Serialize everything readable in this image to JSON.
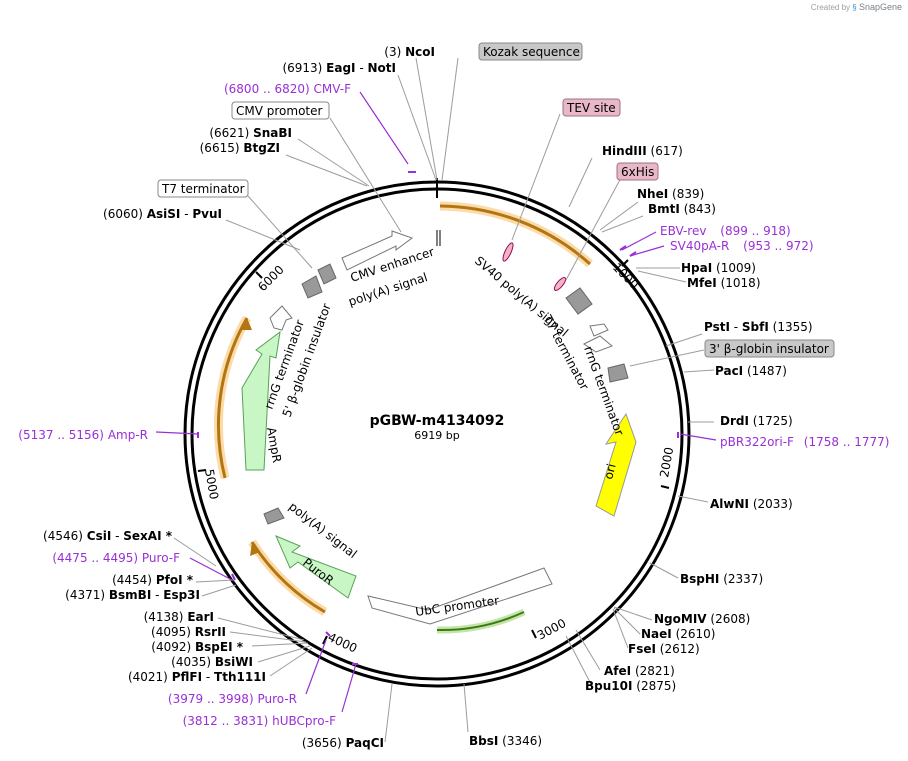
{
  "credit": {
    "prefix": "Created by",
    "brand": "SnapGene"
  },
  "plasmid": {
    "name": "pGBW-m4134092",
    "length": "6919 bp"
  },
  "ticks": [
    "1000",
    "2000",
    "3000",
    "4000",
    "5000",
    "6000"
  ],
  "sites": [
    {
      "pos": "(3)",
      "name": "NcoI"
    },
    {
      "pos": "(6913)",
      "name": "EagI",
      "sep": " - ",
      "name2": "NotI"
    },
    {
      "pos": "(6621)",
      "name": "SnaBI"
    },
    {
      "pos": "(6615)",
      "name": "BtgZI"
    },
    {
      "pos": "(6060)",
      "name": "AsiSI",
      "sep": " - ",
      "name2": "PvuI"
    },
    {
      "pos": "(617)",
      "name": "HindIII"
    },
    {
      "pos": "(839)",
      "name": "NheI"
    },
    {
      "pos": "(843)",
      "name": "BmtI"
    },
    {
      "pos": "(1009)",
      "name": "HpaI"
    },
    {
      "pos": "(1018)",
      "name": "MfeI"
    },
    {
      "pos": "(1355)",
      "name": "PstI",
      "sep": " - ",
      "name2": "SbfI"
    },
    {
      "pos": "(1487)",
      "name": "PacI"
    },
    {
      "pos": "(1725)",
      "name": "DrdI"
    },
    {
      "pos": "(2033)",
      "name": "AlwNI"
    },
    {
      "pos": "(2337)",
      "name": "BspHI"
    },
    {
      "pos": "(2608)",
      "name": "NgoMIV"
    },
    {
      "pos": "(2610)",
      "name": "NaeI"
    },
    {
      "pos": "(2612)",
      "name": "FseI"
    },
    {
      "pos": "(2821)",
      "name": "AfeI"
    },
    {
      "pos": "(2875)",
      "name": "Bpu10I"
    },
    {
      "pos": "(3346)",
      "name": "BbsI"
    },
    {
      "pos": "(3656)",
      "name": "PaqCI"
    },
    {
      "pos": "(4546)",
      "name": "CsiI",
      "sep": " - ",
      "name2": "SexAI *"
    },
    {
      "pos": "(4454)",
      "name": "PfoI *"
    },
    {
      "pos": "(4371)",
      "name": "BsmBI",
      "sep": " - ",
      "name2": "Esp3I"
    },
    {
      "pos": "(4138)",
      "name": "EarI"
    },
    {
      "pos": "(4095)",
      "name": "RsrII"
    },
    {
      "pos": "(4092)",
      "name": "BspEI *"
    },
    {
      "pos": "(4035)",
      "name": "BsiWI"
    },
    {
      "pos": "(4021)",
      "name": "PflFI",
      "sep": " - ",
      "name2": "Tth111I"
    }
  ],
  "primers": [
    {
      "range": "(6800 .. 6820)",
      "name": "CMV-F"
    },
    {
      "range": "(899 .. 918)",
      "name": "EBV-rev"
    },
    {
      "range": "(953 .. 972)",
      "name": "SV40pA-R"
    },
    {
      "range": "(1758 .. 1777)",
      "name": "pBR322ori-F"
    },
    {
      "range": "(5137 .. 5156)",
      "name": "Amp-R"
    },
    {
      "range": "(4475 .. 4495)",
      "name": "Puro-F"
    },
    {
      "range": "(3979 .. 3998)",
      "name": "Puro-R"
    },
    {
      "range": "(3812 .. 3831)",
      "name": "hUBCpro-F"
    }
  ],
  "boxes": {
    "kozak": "Kozak sequence",
    "cmv_promoter": "CMV promoter",
    "t7_terminator": "T7 terminator",
    "tev": "TEV site",
    "his": "6xHis",
    "insulator3": "3' β-globin insulator"
  },
  "features": {
    "cmv_enhancer": "CMV enhancer",
    "polya_top": "poly(A) signal",
    "sv40": "SV40 poly(A) signal",
    "t7_inner": "T7 terminator",
    "rrng_right": "rrnG terminator",
    "ori": "ori",
    "ubc": "UbC promoter",
    "puror": "PuroR",
    "polya_bottom": "poly(A) signal",
    "ampr": "AmpR",
    "rrng_left": "rrnG terminator",
    "insulator5": "5' β-globin insulator"
  },
  "colors": {
    "primer": "#9a2fd6",
    "orf": "#f5a623",
    "ori": "#ffff00",
    "marker": "#c8f7c5",
    "tag": "#e8b8c8"
  }
}
